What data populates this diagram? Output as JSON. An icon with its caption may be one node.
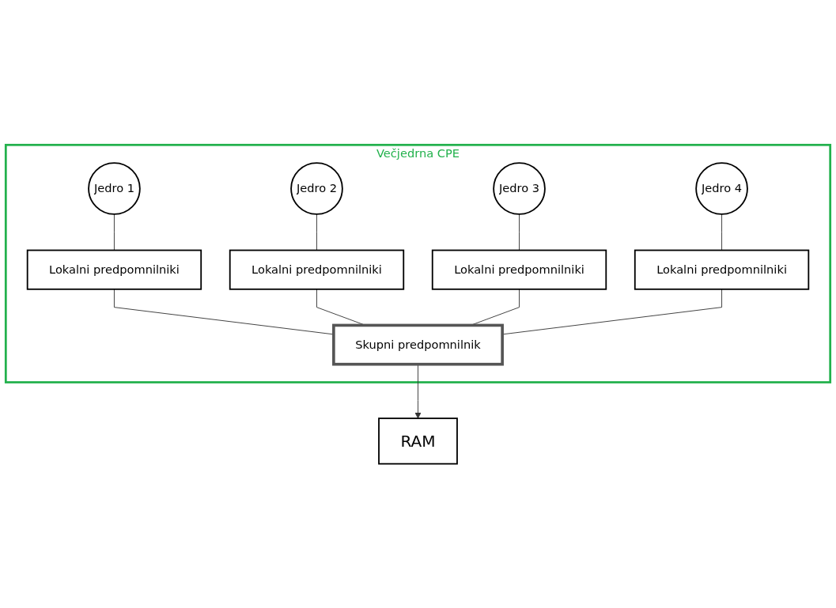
{
  "diagram": {
    "nodes": [
      {
        "text": [
          "Večjedrna CPE"
        ]
      },
      {
        "text": [
          "Jedro 1"
        ],
        "in": 0
      },
      {
        "text": [
          "Jedro 2"
        ],
        "in": 0
      },
      {
        "text": [
          "Jedro 3"
        ],
        "in": 0
      },
      {
        "text": [
          "Jedro 4"
        ],
        "in": 0
      },
      {
        "text": [
          "Lokalni predpomnilniki"
        ],
        "in": 0
      },
      {
        "text": [
          "Lokalni predpomnilniki"
        ],
        "in": 0
      },
      {
        "text": [
          "Lokalni predpomnilniki"
        ],
        "in": 0
      },
      {
        "text": [
          "Lokalni predpomnilniki"
        ],
        "in": 0
      },
      {
        "text": [
          "Skupni predpomnilnik"
        ],
        "in": 0
      },
      {
        "text": [
          "RAM"
        ]
      }
    ],
    "edges": [
      {
        "from": 1,
        "to": 5,
        "arrow": "none"
      },
      {
        "from": 2,
        "to": 6,
        "arrow": "none"
      },
      {
        "from": 3,
        "to": 7,
        "arrow": "none"
      },
      {
        "from": 4,
        "to": 8,
        "arrow": "none"
      },
      {
        "from": 5,
        "to": 9,
        "arrow": "none"
      },
      {
        "from": 6,
        "to": 9,
        "arrow": "none"
      },
      {
        "from": 7,
        "to": 9,
        "arrow": "none"
      },
      {
        "from": 8,
        "to": 9,
        "arrow": "none"
      },
      {
        "from": 9,
        "to": 10,
        "arrow": "to"
      }
    ]
  }
}
